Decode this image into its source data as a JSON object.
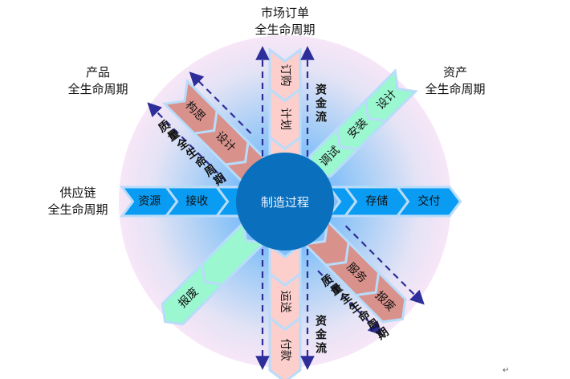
{
  "center": {
    "label": "制造过程"
  },
  "lifecycles": {
    "market": {
      "line1": "市场订单",
      "line2": "全生命周期"
    },
    "product": {
      "line1": "产品",
      "line2": "全生命周期"
    },
    "asset": {
      "line1": "资产",
      "line2": "全生命周期"
    },
    "supply": {
      "line1": "供应链",
      "line2": "全生命周期"
    }
  },
  "arms": {
    "supply_in": [
      "",
      "接收",
      "资源"
    ],
    "supply_out": [
      "",
      "存储",
      "交付"
    ],
    "market_in": [
      "",
      "计划",
      "订购"
    ],
    "market_out": [
      "",
      "运送",
      "付款"
    ],
    "product_in": [
      "",
      "设计",
      "构思"
    ],
    "product_out": [
      "",
      "服务",
      "报废"
    ],
    "asset_in": [
      "调试",
      "安装",
      "设计"
    ],
    "asset_out": [
      "",
      "报废"
    ]
  },
  "flows": {
    "funds": "资金流",
    "quality": "质量全生命周期"
  },
  "mark": "↵",
  "colors": {
    "supply": "#0a9cf2",
    "market": "#fccfcd",
    "product": "#d9918b",
    "asset": "#9af7cf",
    "core": "#0a70bd",
    "arrow": "#2e2e9a"
  }
}
